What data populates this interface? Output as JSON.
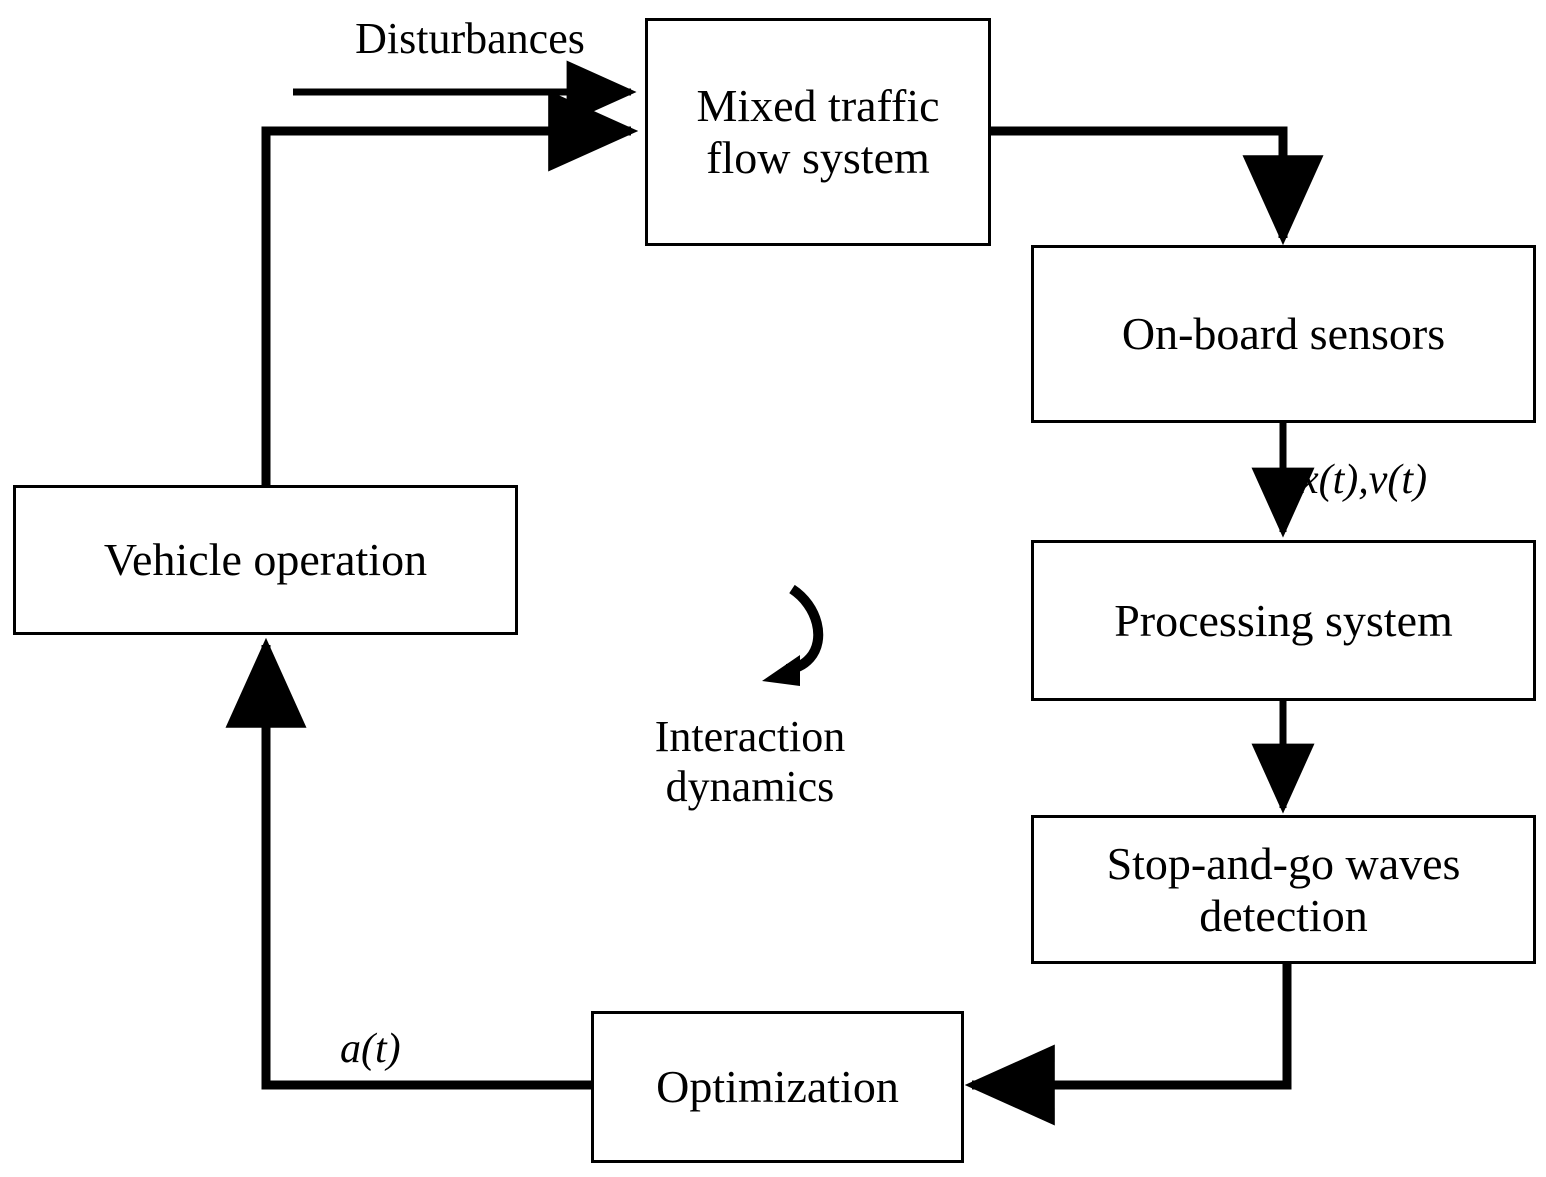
{
  "diagram": {
    "type": "block-flow-control-loop",
    "nodes": [
      {
        "id": "mixed_traffic",
        "label": "Mixed traffic\nflow system"
      },
      {
        "id": "onboard",
        "label": "On-board sensors"
      },
      {
        "id": "processing",
        "label": "Processing system"
      },
      {
        "id": "stopgo",
        "label": "Stop-and-go waves\ndetection"
      },
      {
        "id": "optimization",
        "label": "Optimization"
      },
      {
        "id": "vehicle",
        "label": "Vehicle operation"
      }
    ],
    "labels": {
      "disturbances": "Disturbances",
      "interaction": "Interaction\ndynamics",
      "sensor_signal": "x(t),v(t)",
      "control_signal": "a(t)"
    },
    "edges": [
      {
        "from": "disturbances",
        "to": "mixed_traffic",
        "label": ""
      },
      {
        "from": "vehicle",
        "to": "mixed_traffic",
        "label": ""
      },
      {
        "from": "mixed_traffic",
        "to": "onboard",
        "label": ""
      },
      {
        "from": "onboard",
        "to": "processing",
        "label": "x(t),v(t)"
      },
      {
        "from": "processing",
        "to": "stopgo",
        "label": ""
      },
      {
        "from": "stopgo",
        "to": "optimization",
        "label": ""
      },
      {
        "from": "optimization",
        "to": "vehicle",
        "label": "a(t)"
      }
    ],
    "colors": {
      "stroke": "#000000",
      "fill": "#ffffff",
      "text": "#000000"
    }
  }
}
